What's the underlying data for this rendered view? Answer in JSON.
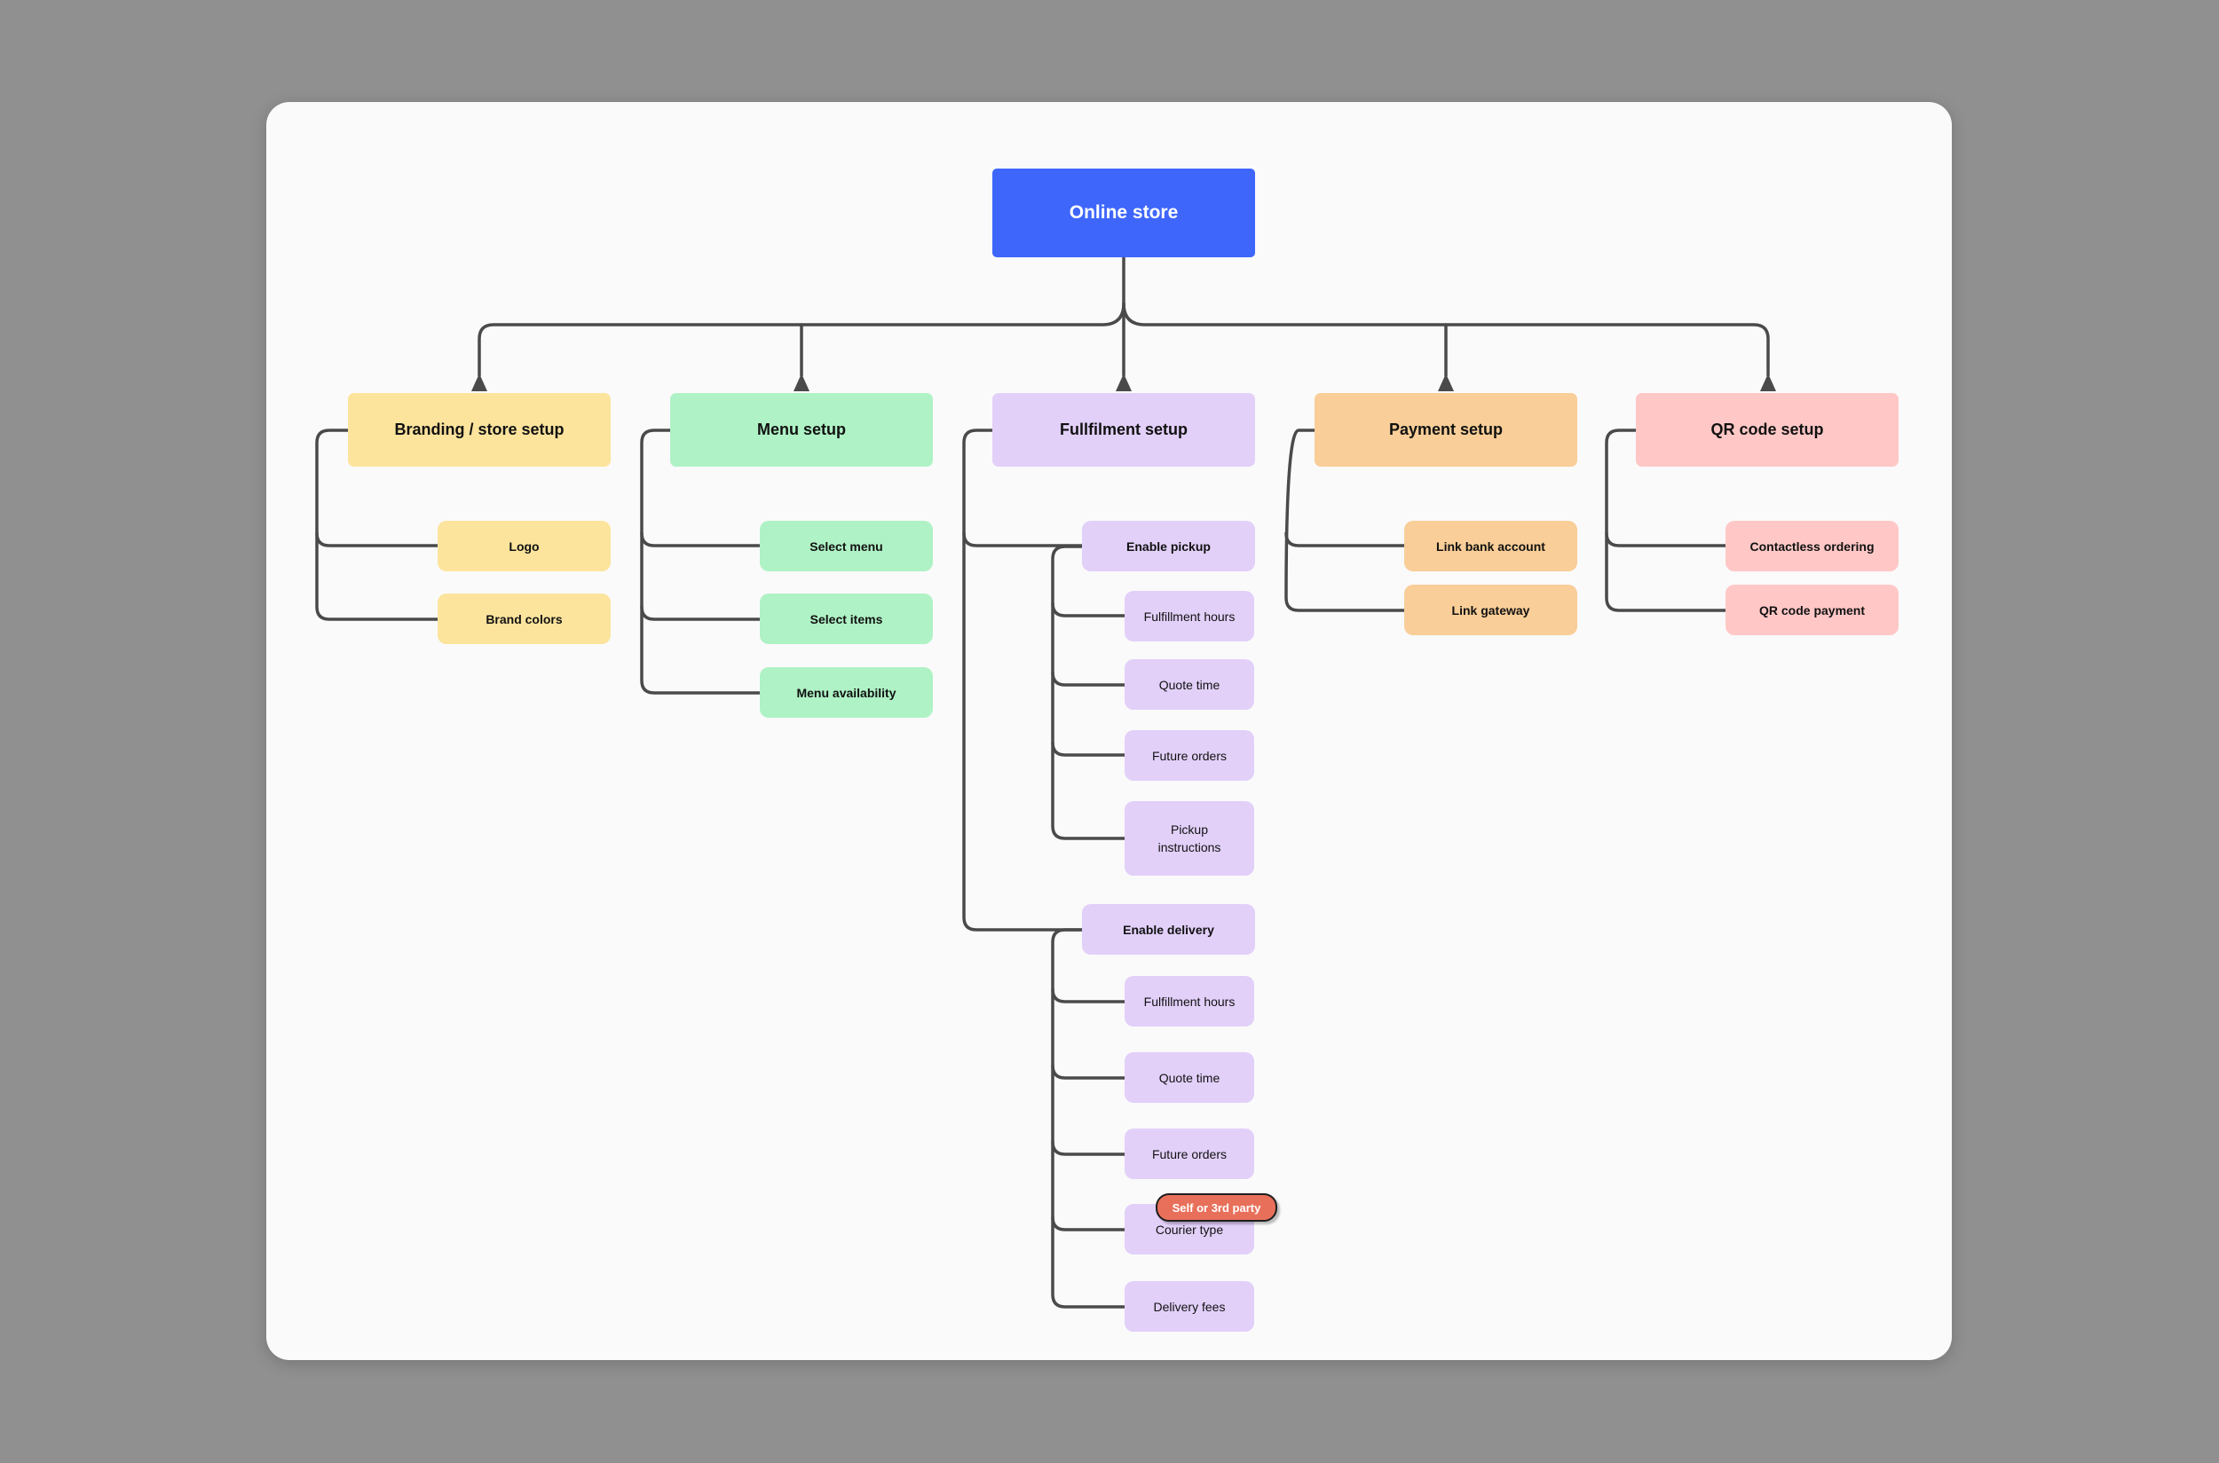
{
  "diagram": {
    "root": {
      "label": "Online store"
    },
    "sections": [
      {
        "label": "Branding / store setup",
        "children": [
          {
            "label": "Logo"
          },
          {
            "label": "Brand colors"
          }
        ]
      },
      {
        "label": "Menu setup",
        "children": [
          {
            "label": "Select menu"
          },
          {
            "label": "Select items"
          },
          {
            "label": "Menu availability"
          }
        ]
      },
      {
        "label": "Fullfilment setup",
        "children": [
          {
            "label": "Enable pickup",
            "children": [
              {
                "label": "Fulfillment hours"
              },
              {
                "label": "Quote time"
              },
              {
                "label": "Future orders"
              },
              {
                "label": "Pickup instructions"
              }
            ]
          },
          {
            "label": "Enable delivery",
            "children": [
              {
                "label": "Fulfillment hours"
              },
              {
                "label": "Quote time"
              },
              {
                "label": "Future orders"
              },
              {
                "label": "Courier type",
                "tag": "Self or 3rd party"
              },
              {
                "label": "Delivery fees"
              }
            ]
          }
        ]
      },
      {
        "label": "Payment setup",
        "children": [
          {
            "label": "Link bank account"
          },
          {
            "label": "Link gateway"
          }
        ]
      },
      {
        "label": "QR code setup",
        "children": [
          {
            "label": "Contactless ordering"
          },
          {
            "label": "QR code payment"
          }
        ]
      }
    ],
    "tag": {
      "label": "Self or 3rd party"
    },
    "colors": {
      "page_bg": "#909090",
      "canvas": "#FAFAFA",
      "connector": "#4A4A4A",
      "text": "#111111",
      "root": "#3E66FB",
      "root_text": "#FFFFFF",
      "branding": "#FCE49D",
      "menu": "#AFF2C5",
      "fulfillment": "#E2D0F9",
      "payment": "#F9CE98",
      "qr": "#FFC8C6",
      "tag": "#E8705B",
      "tag_border": "#1E1E1E",
      "tag_text": "#FFFFFF"
    }
  }
}
